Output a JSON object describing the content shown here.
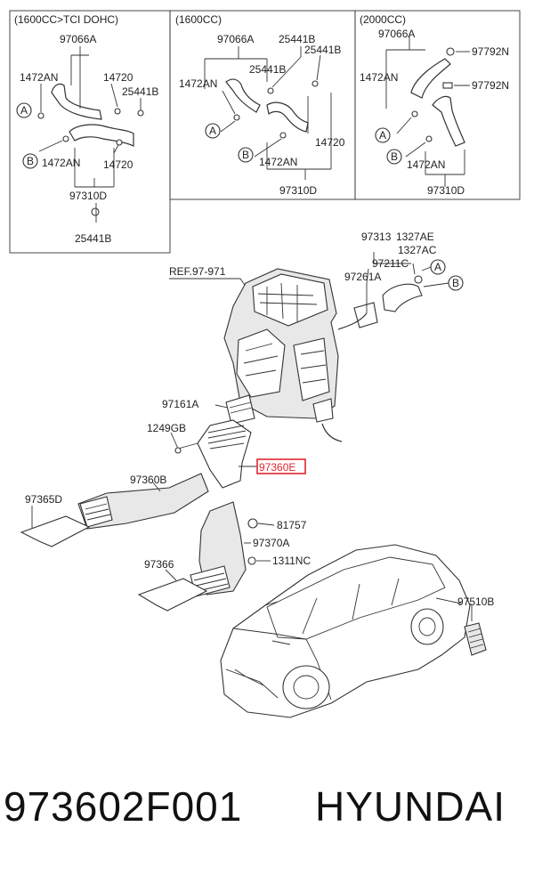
{
  "panels": {
    "left": {
      "header": "(1600CC>TCI DOHC)",
      "labels": [
        "97066A",
        "1472AN",
        "14720",
        "25441B",
        "1472AN",
        "14720",
        "97310D",
        "25441B"
      ],
      "markers": [
        "A",
        "B"
      ]
    },
    "middle": {
      "header": "(1600CC)",
      "labels": [
        "97066A",
        "25441B",
        "25441B",
        "25441B",
        "1472AN",
        "14720",
        "1472AN",
        "97310D"
      ],
      "markers": [
        "A",
        "B"
      ]
    },
    "right": {
      "header": "(2000CC)",
      "labels": [
        "97066A",
        "97792N",
        "1472AN",
        "97792N",
        "1472AN",
        "97310D"
      ],
      "markers": [
        "A",
        "B"
      ]
    }
  },
  "main": {
    "ref": "REF.97-971",
    "labels": {
      "p97313": "97313",
      "p1327AE": "1327AE",
      "p1327AC": "1327AC",
      "p97211C": "97211C",
      "p97261A": "97261A",
      "p97161A": "97161A",
      "p1249GB": "1249GB",
      "p97360E": "97360E",
      "p97360B": "97360B",
      "p97365D": "97365D",
      "p81757": "81757",
      "p97370A": "97370A",
      "p1311NC": "1311NC",
      "p97366": "97366",
      "p97510B": "97510B"
    },
    "markers": [
      "A",
      "B"
    ],
    "highlight_color": "#e0262e"
  },
  "footer": {
    "part_number": "973602F001",
    "brand": "HYUNDAI"
  }
}
